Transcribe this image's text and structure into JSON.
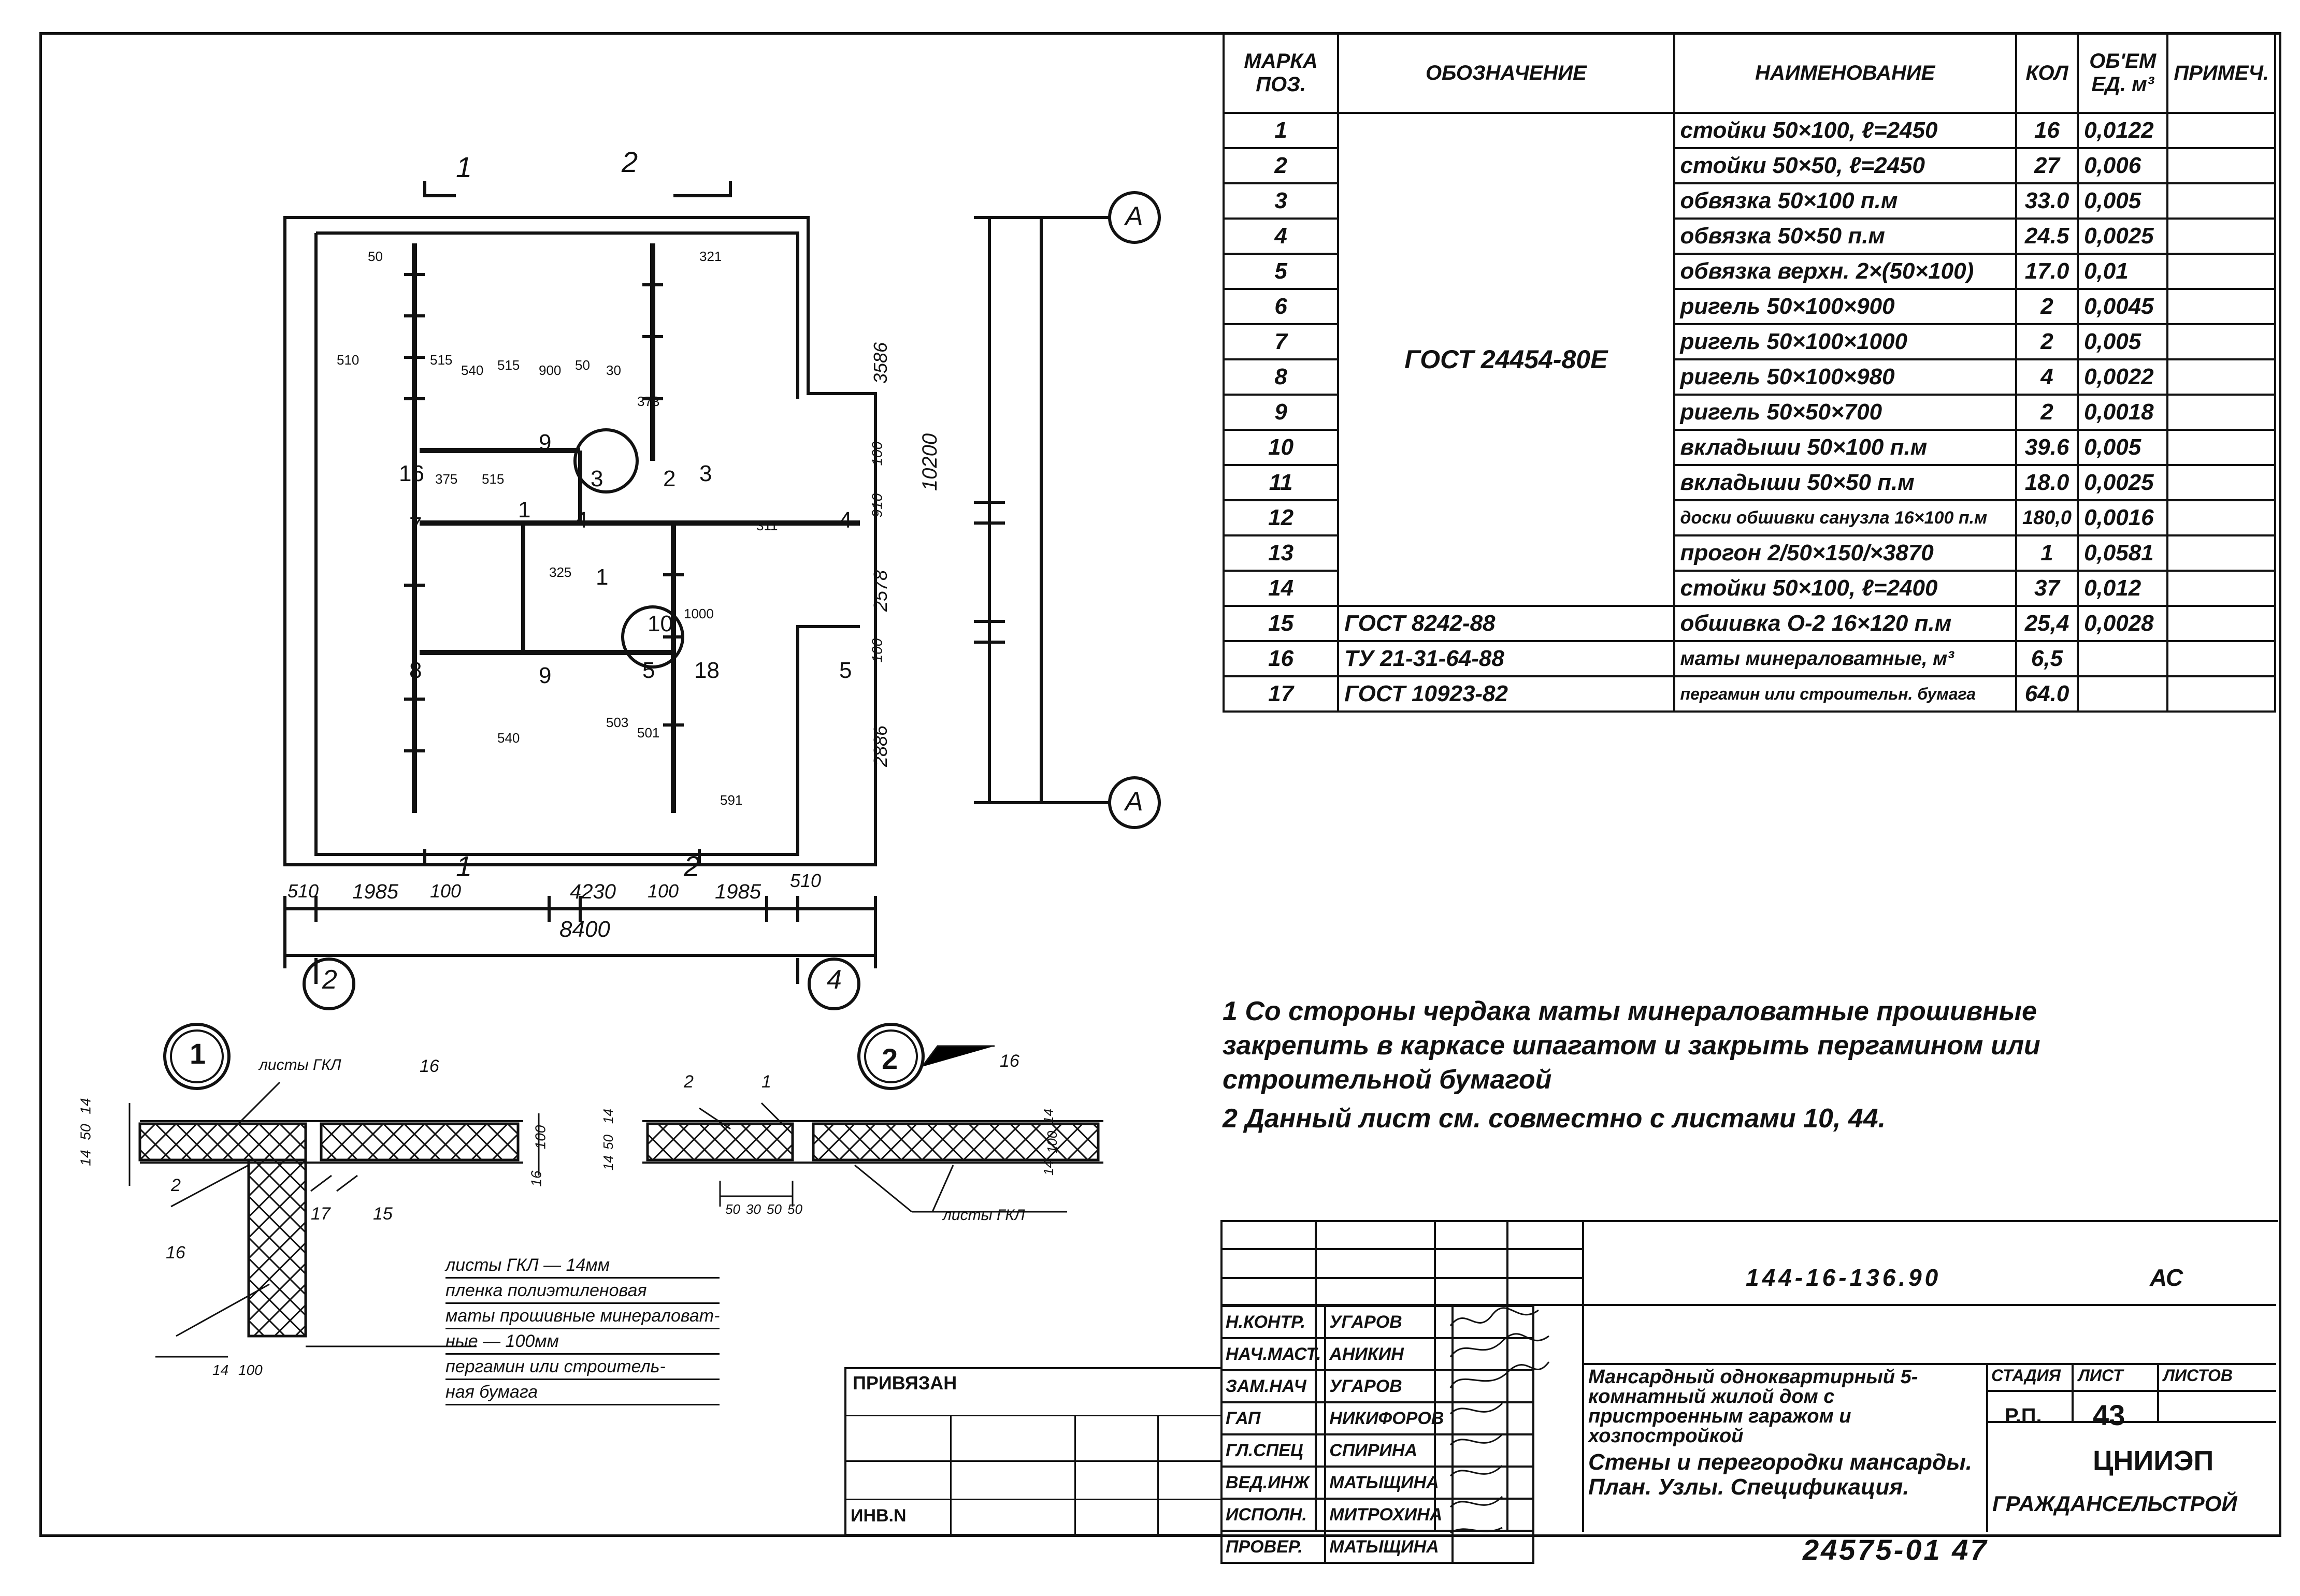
{
  "plan": {
    "section_marks": {
      "s1_top": "1",
      "s2_top": "2",
      "s1_bottom": "1",
      "s2_bottom": "2"
    },
    "axes": {
      "a_top": "А",
      "a_bottom": "А",
      "col_2": "2",
      "col_4": "4"
    },
    "dims_bottom": [
      "510",
      "1985",
      "100",
      "4230",
      "100",
      "1985",
      "510"
    ],
    "dim_total": "8400",
    "dims_right": [
      "3586",
      "100",
      "910",
      "2578",
      "100",
      "2886"
    ],
    "dim_right_total": "10200",
    "marks": [
      "16",
      "7",
      "8",
      "3",
      "4",
      "5",
      "18",
      "9",
      "3",
      "2",
      "4",
      "1",
      "5",
      "9",
      "1",
      "10"
    ],
    "numbers": [
      "515",
      "540",
      "515",
      "900",
      "50",
      "30",
      "373",
      "375",
      "515",
      "321",
      "311",
      "50",
      "510",
      "540",
      "501",
      "503",
      "591",
      "1000",
      "325"
    ]
  },
  "node1": {
    "title": "1",
    "labels": {
      "gkl": "листы ГКЛ",
      "n16a": "16",
      "n2": "2",
      "n16b": "16",
      "n17": "17",
      "n15": "15"
    },
    "dims_left": [
      "14",
      "50",
      "14"
    ],
    "dims_right": [
      "16",
      "100"
    ],
    "dim_bottom": [
      "14",
      "100"
    ],
    "legend": [
      "листы ГКЛ — 14мм",
      "пленка полиэтиленовая",
      "маты прошивные минераловат-",
      "ные — 100мм",
      "пергамин или строитель-",
      "ная бумага"
    ]
  },
  "node2": {
    "title": "2",
    "labels": {
      "n2": "2",
      "n1": "1",
      "n16": "16",
      "gkl": "листы ГКЛ"
    },
    "dims_left": [
      "14",
      "50",
      "14"
    ],
    "dims_right": [
      "14",
      "100",
      "14"
    ],
    "dims_bottom": [
      "50",
      "30",
      "50",
      "50"
    ]
  },
  "spec": {
    "headers": [
      "МАРКА ПОЗ.",
      "ОБОЗНАЧЕНИЕ",
      "НАИМЕНОВАНИЕ",
      "КОЛ",
      "ОБ'ЕМ ЕД. м³",
      "ПРИМЕЧ."
    ],
    "gost_main": "ГОСТ 24454-80Е",
    "rows": [
      {
        "pos": "1",
        "name": "стойки 50×100, ℓ=2450",
        "qty": "16",
        "vol": "0,0122"
      },
      {
        "pos": "2",
        "name": "стойки 50×50, ℓ=2450",
        "qty": "27",
        "vol": "0,006"
      },
      {
        "pos": "3",
        "name": "обвязка 50×100 п.м",
        "qty": "33.0",
        "vol": "0,005"
      },
      {
        "pos": "4",
        "name": "обвязка 50×50 п.м",
        "qty": "24.5",
        "vol": "0,0025"
      },
      {
        "pos": "5",
        "name": "обвязка верхн. 2×(50×100)",
        "qty": "17.0",
        "vol": "0,01"
      },
      {
        "pos": "6",
        "name": "ригель 50×100×900",
        "qty": "2",
        "vol": "0,0045"
      },
      {
        "pos": "7",
        "name": "ригель 50×100×1000",
        "qty": "2",
        "vol": "0,005"
      },
      {
        "pos": "8",
        "name": "ригель 50×100×980",
        "qty": "4",
        "vol": "0,0022"
      },
      {
        "pos": "9",
        "name": "ригель 50×50×700",
        "qty": "2",
        "vol": "0,0018"
      },
      {
        "pos": "10",
        "name": "вкладыши 50×100 п.м",
        "qty": "39.6",
        "vol": "0,005"
      },
      {
        "pos": "11",
        "name": "вкладыши 50×50 п.м",
        "qty": "18.0",
        "vol": "0,0025"
      },
      {
        "pos": "12",
        "name": "доски обшивки санузла 16×100 п.м",
        "qty": "180,0",
        "vol": "0,0016"
      },
      {
        "pos": "13",
        "name": "прогон 2/50×150/×3870",
        "qty": "1",
        "vol": "0,0581"
      },
      {
        "pos": "14",
        "name": "стойки 50×100, ℓ=2400",
        "qty": "37",
        "vol": "0,012"
      },
      {
        "pos": "15",
        "code": "ГОСТ 8242-88",
        "name": "обшивка О-2 16×120 п.м",
        "qty": "25,4",
        "vol": "0,0028"
      },
      {
        "pos": "16",
        "code": "ТУ 21-31-64-88",
        "name": "маты минераловатные, м³",
        "qty": "6,5",
        "vol": ""
      },
      {
        "pos": "17",
        "code": "ГОСТ 10923-82",
        "name": "пергамин или строительн. бумага",
        "qty": "64.0",
        "vol": ""
      }
    ]
  },
  "notes": [
    "1 Со стороны чердака маты минераловатные прошивные закрепить в каркасе шпагатом и закрыть пергамином или строительной бумагой",
    "2 Данный лист см. совместно с листами 10, 44."
  ],
  "stamp": {
    "privyazan": "ПРИВЯЗАН",
    "inv": "ИНВ.N",
    "doc_code": "144-16-136.90",
    "doc_suffix": "АС",
    "roles": [
      {
        "role": "Н.КОНТР.",
        "name": "УГАРОВ"
      },
      {
        "role": "НАЧ.МАСТ.",
        "name": "АНИКИН"
      },
      {
        "role": "ЗАМ.НАЧ",
        "name": "УГАРОВ"
      },
      {
        "role": "ГАП",
        "name": "НИКИФОРОВ"
      },
      {
        "role": "ГЛ.СПЕЦ",
        "name": "СПИРИНА"
      },
      {
        "role": "ВЕД.ИНЖ",
        "name": "МАТЫЩИНА"
      },
      {
        "role": "ИСПОЛН.",
        "name": "МИТРОХИНА"
      },
      {
        "role": "ПРОВЕР.",
        "name": "МАТЫЩИНА"
      }
    ],
    "project_title": "Мансардный одноквартирный 5-комнатный жилой дом с пристроенным гаражом и хозпостройкой",
    "sheet_title": "Стены и перегородки мансарды. План. Узлы. Спецификация.",
    "stage_label": "СТАДИЯ",
    "sheet_label": "ЛИСТ",
    "sheets_label": "ЛИСТОВ",
    "stage": "Р.П.",
    "sheet": "43",
    "org1": "ЦНИИЭП",
    "org2": "ГРАЖДАНСЕЛЬСТРОЙ",
    "bottom_code": "24575-01 47"
  }
}
